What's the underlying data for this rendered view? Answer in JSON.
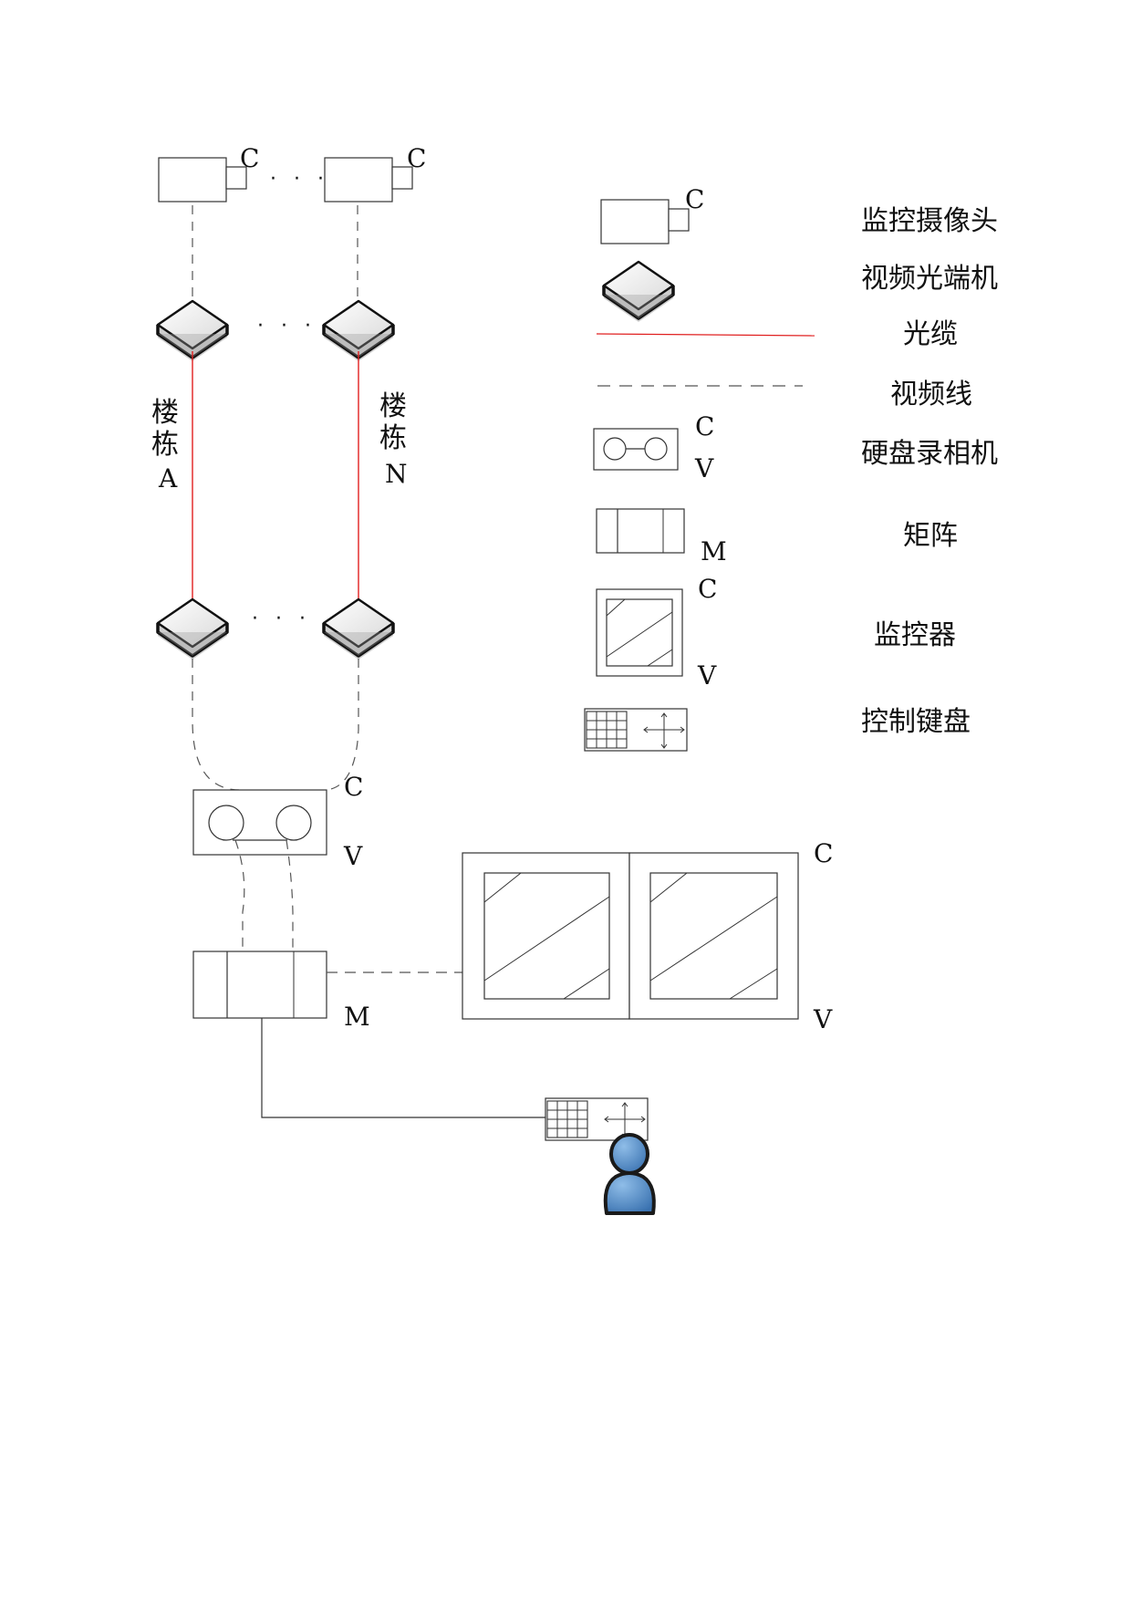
{
  "labels": {
    "c": "C",
    "v": "V",
    "m": "M",
    "ellipsis": "· · ·",
    "building_a": [
      "楼",
      "栋",
      "A"
    ],
    "building_n": [
      "楼",
      "栋",
      "N"
    ]
  },
  "legend": [
    {
      "icon": "camera-icon",
      "text": "监控摄像头"
    },
    {
      "icon": "optical-transceiver-icon",
      "text": "视频光端机"
    },
    {
      "icon": "fiber-optic-cable-line",
      "text": "光缆"
    },
    {
      "icon": "video-cable-line",
      "text": "视频线"
    },
    {
      "icon": "dvr-icon",
      "text": "硬盘录相机"
    },
    {
      "icon": "matrix-icon",
      "text": "矩阵"
    },
    {
      "icon": "monitor-icon",
      "text": "监控器"
    },
    {
      "icon": "control-keyboard-icon",
      "text": "控制键盘"
    }
  ],
  "colors": {
    "fiber": "#e02020",
    "line": "#333333",
    "dash": "#555555",
    "person_fill": "#4a86c5",
    "person_stroke": "#1a1a1a"
  }
}
